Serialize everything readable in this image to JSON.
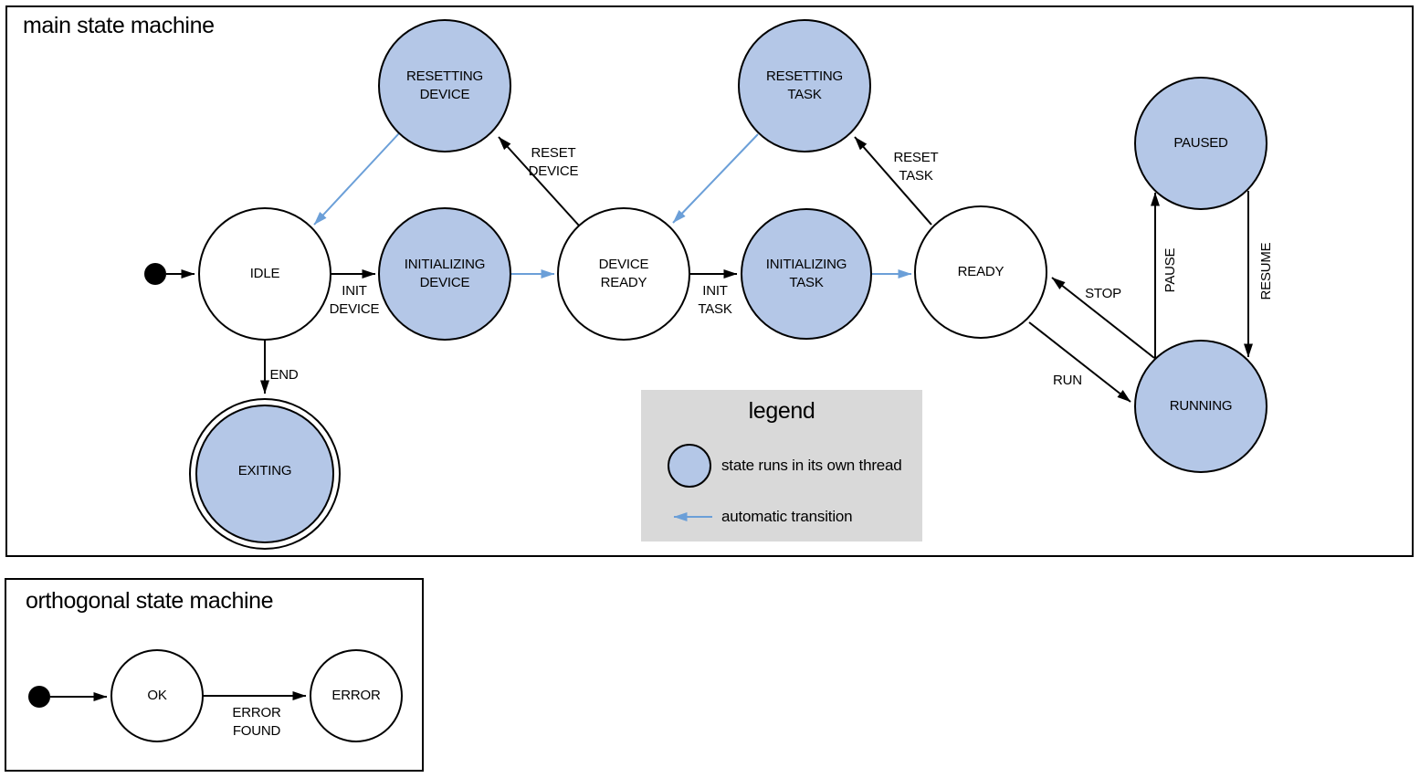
{
  "colors": {
    "state_fill": "#b4c7e7",
    "diagram_stroke": "#000000",
    "auto_transition": "#6b9fd8",
    "legend_bg": "#d9d9d9"
  },
  "main_machine": {
    "title": "main state machine",
    "states": {
      "idle": "IDLE",
      "initializing_device": "INITIALIZING\nDEVICE",
      "device_ready": "DEVICE\nREADY",
      "resetting_device": "RESETTING\nDEVICE",
      "resetting_task": "RESETTING\nTASK",
      "initializing_task": "INITIALIZING\nTASK",
      "ready": "READY",
      "paused": "PAUSED",
      "running": "RUNNING",
      "exiting": "EXITING"
    },
    "transitions": {
      "init_device": "INIT\nDEVICE",
      "reset_device": "RESET\nDEVICE",
      "init_task": "INIT\nTASK",
      "reset_task": "RESET\nTASK",
      "run": "RUN",
      "stop": "STOP",
      "pause": "PAUSE",
      "resume": "RESUME",
      "end": "END"
    }
  },
  "legend": {
    "title": "legend",
    "threaded_label": "state runs in its own thread",
    "auto_label": "automatic transition"
  },
  "orthogonal_machine": {
    "title": "orthogonal state machine",
    "states": {
      "ok": "OK",
      "error": "ERROR"
    },
    "transitions": {
      "error_found": "ERROR\nFOUND"
    }
  }
}
